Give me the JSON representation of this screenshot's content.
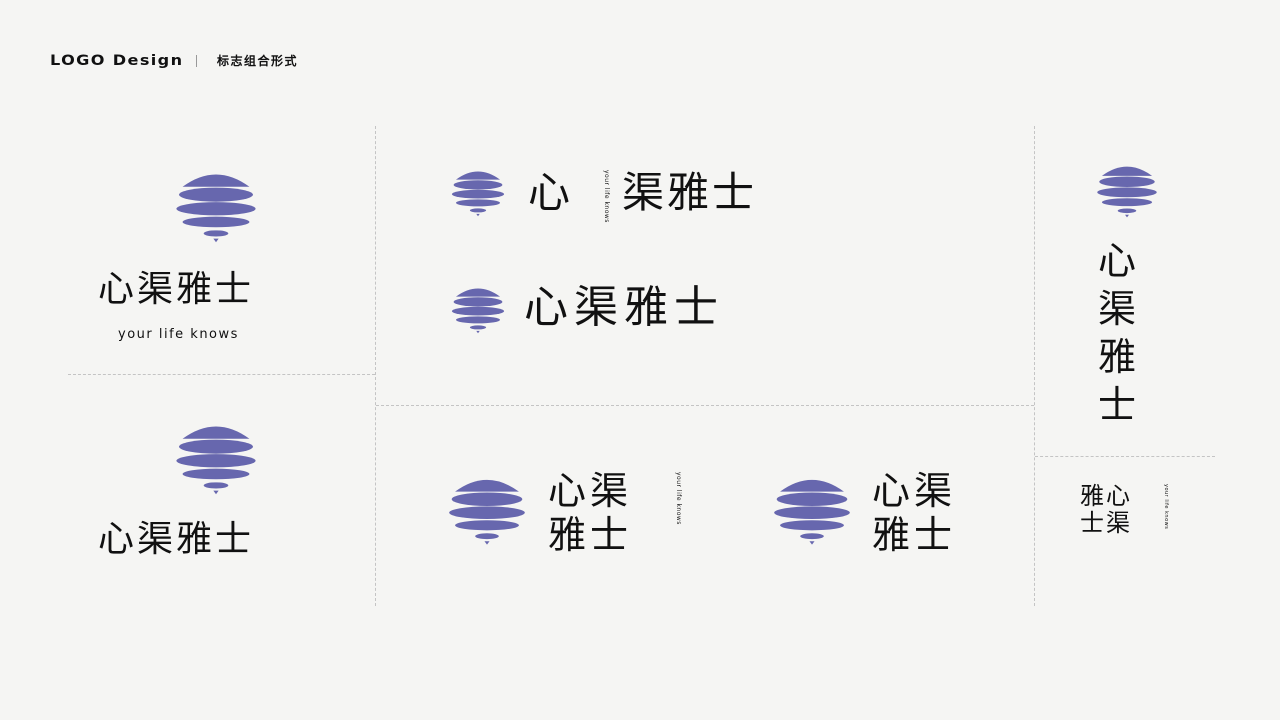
{
  "header": {
    "title_en": "LOGO Design",
    "separator": "|",
    "title_cn": "标志组合形式"
  },
  "brand": {
    "name": "心渠雅士",
    "chars": [
      "心",
      "渠",
      "雅",
      "士"
    ],
    "tagline": "your life knows",
    "tagline_lines": [
      "your life",
      "knows"
    ],
    "emblem_color": "#6767AE"
  },
  "variants": [
    {
      "id": "vertical-with-tagline",
      "layout": "emblem above wordmark with tagline"
    },
    {
      "id": "vertical",
      "layout": "emblem above wordmark"
    },
    {
      "id": "horizontal-with-vertical-tagline",
      "layout": "emblem left, wordmark right with vertical tagline"
    },
    {
      "id": "horizontal",
      "layout": "emblem left, wordmark right"
    },
    {
      "id": "stacked-with-tagline",
      "layout": "emblem left, 2x2 wordmark with vertical tagline"
    },
    {
      "id": "stacked",
      "layout": "emblem left, 2x2 wordmark"
    },
    {
      "id": "vertical-column",
      "layout": "emblem above vertical wordmark column"
    },
    {
      "id": "wordmark-only-stacked",
      "layout": "2x2 wordmark with vertical tagline"
    }
  ]
}
